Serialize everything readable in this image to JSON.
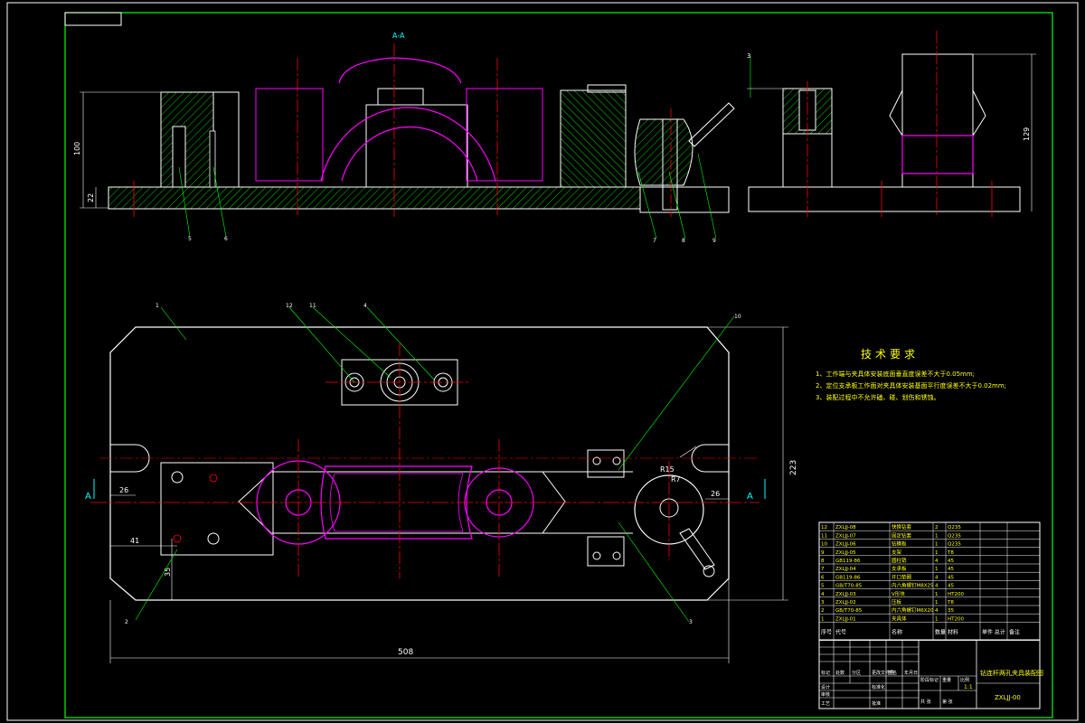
{
  "section_label": "A-A",
  "section_mark": "A",
  "dimensions": {
    "height_100": "100",
    "base_22": "22",
    "height_129": "129",
    "offset_3": "3",
    "width_508": "508",
    "height_223": "223",
    "left_26": "26",
    "left_41": "41",
    "left_35": "35",
    "right_26": "26",
    "r15": "R15",
    "r7": "R7"
  },
  "balloons": {
    "b5": "5",
    "b6": "6",
    "b7": "7",
    "b8a": "8",
    "b9": "9",
    "b1": "1",
    "b10": "10",
    "b11": "11",
    "b12": "12",
    "b4": "4",
    "b3": "3",
    "b2": "2"
  },
  "tech_requirements": {
    "title": "技术要求",
    "items": [
      "1、工作端与夹具体安装底面垂直度误差不大于0.05mm;",
      "2、定位支承板工作面对夹具体安装基面平行度误差不大于0.02mm;",
      "3、装配过程中不允许磕、碰、划伤和锈蚀。"
    ]
  },
  "bom": {
    "header": {
      "no": "序号",
      "code": "代号",
      "name": "名称",
      "qty": "数量",
      "material": "材料",
      "weight": "单件 总计",
      "remark": "备注"
    },
    "rows": [
      {
        "no": "12",
        "code": "ZXLJJ-08",
        "name": "快换钻套",
        "qty": "2",
        "material": "Q235",
        "remark": ""
      },
      {
        "no": "11",
        "code": "ZXLJJ-07",
        "name": "固定钻套",
        "qty": "1",
        "material": "Q235",
        "remark": ""
      },
      {
        "no": "10",
        "code": "ZXLJJ-06",
        "name": "钻模板",
        "qty": "1",
        "material": "Q235",
        "remark": ""
      },
      {
        "no": "9",
        "code": "ZXLJJ-05",
        "name": "支架",
        "qty": "1",
        "material": "T8",
        "remark": ""
      },
      {
        "no": "8",
        "code": "GB119-86",
        "name": "圆柱销",
        "qty": "4",
        "material": "45",
        "remark": ""
      },
      {
        "no": "7",
        "code": "ZXLJJ-04",
        "name": "支承板",
        "qty": "1",
        "material": "45",
        "remark": ""
      },
      {
        "no": "6",
        "code": "GB119-86",
        "name": "开口垫圈",
        "qty": "4",
        "material": "45",
        "remark": ""
      },
      {
        "no": "5",
        "code": "GB/T70-85",
        "name": "内六角螺钉M8X25",
        "qty": "4",
        "material": "45",
        "remark": ""
      },
      {
        "no": "4",
        "code": "ZXLJJ-03",
        "name": "V形块",
        "qty": "1",
        "material": "HT200",
        "remark": ""
      },
      {
        "no": "3",
        "code": "ZXLJJ-02",
        "name": "压板",
        "qty": "1",
        "material": "T8",
        "remark": ""
      },
      {
        "no": "2",
        "code": "GB/T70-85",
        "name": "内六角螺钉M6X20",
        "qty": "4",
        "material": "35",
        "remark": ""
      },
      {
        "no": "1",
        "code": "ZXLJJ-01",
        "name": "夹具体",
        "qty": "1",
        "material": "HT200",
        "remark": ""
      }
    ]
  },
  "title_block": {
    "drawing_title": "钻连杆两孔夹具装配图",
    "drawing_number": "ZXLJJ-00",
    "labels": [
      "标记",
      "处数",
      "分区",
      "更改文件号",
      "签名",
      "年月日",
      "设计",
      "标准化",
      "审核",
      "工艺",
      "批准",
      "阶段标记",
      "重量",
      "比例",
      "共 张",
      "第 张"
    ],
    "scale": "1:1"
  },
  "colors": {
    "outline": "#ffffff",
    "hatch": "#00ff00",
    "workpiece": "#ff00ff",
    "centerline": "#ff0000",
    "leader": "#00ff00",
    "text_yellow": "#ffff00",
    "frame": "#00ff00"
  }
}
